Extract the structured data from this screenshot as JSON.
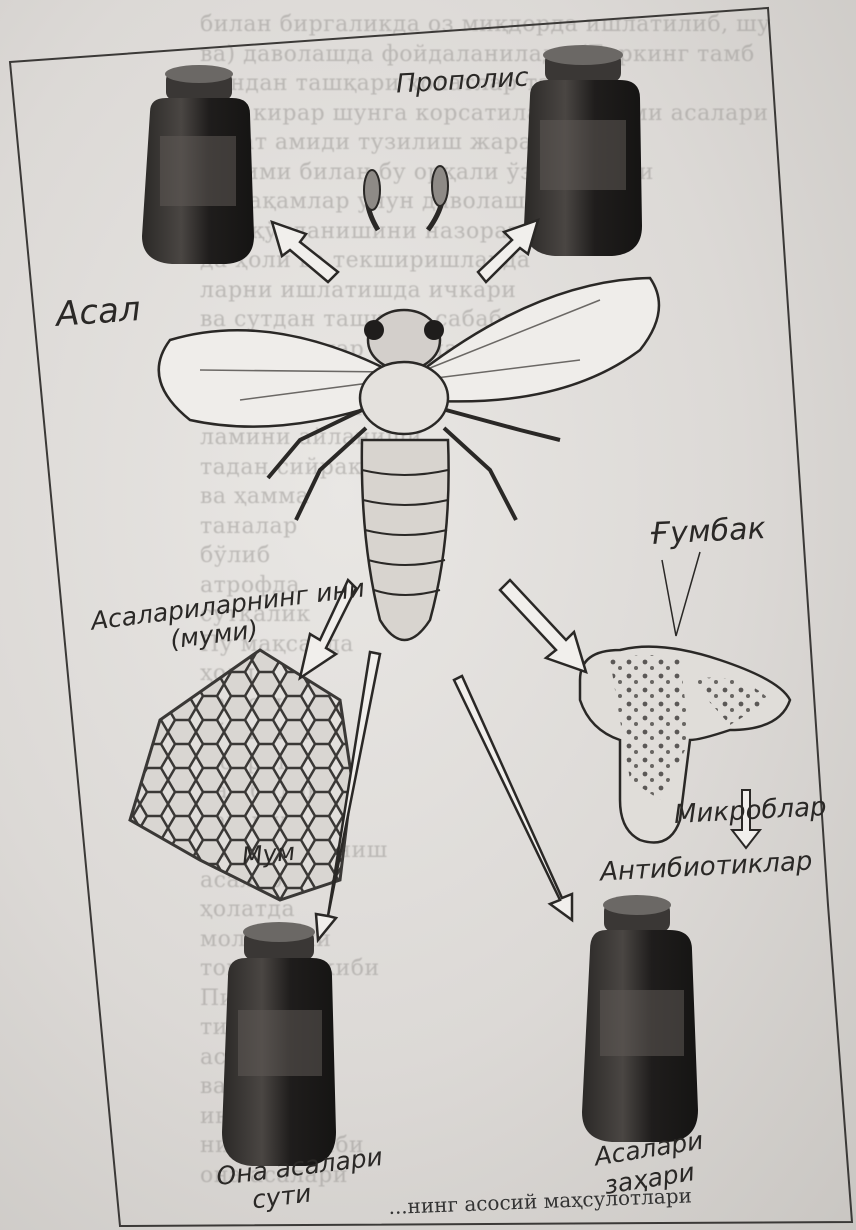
{
  "background_lines": [
    "билан биргаликда оз миқдорда ишлатилиб, шу",
    "ва) даволашда фойдаланилади (Баркинг тамб",
    "Бундан ташқари ҳолатлар таҳлил",
    "ини кирар шунга корсатилади. Кроми асалари",
    "ҳолат амиди тузилиш жараёнида",
    "муҳими билан бу орқали ўз самараси",
    "ва рақамлар учун даволаш ҳам",
    "яна қўлланишини назоратлари",
    "да ҳоли ва текширишларда",
    "ларни ишлатишда ичкари",
    "ва сутдан ташқари сабабли",
    "лишлар, улар бўйича",
    "молари, шунингдек",
    "ини фойдаланилади",
    "ламини айланиши",
    "тадан сийрак",
    "ва ҳамма",
    "таналар",
    "бўлиб",
    "атрофда",
    "суткалик",
    "Пу мақсадда",
    "ҳолда",
    "ва боши",
    "тўпланган",
    "Иборат",
    "лар билан",
    "ҳам шу",
    "ва фойдаланиш",
    "асалари",
    "ҳолатда",
    "мол қарши",
    "томон таркиби",
    "Пиро",
    "тирилган",
    "асосий",
    "ва Пиро",
    "ина сути",
    "нинг таркиби",
    "она асалари"
  ],
  "labels": {
    "propolis": "Прополис",
    "honey": "Асал",
    "wax_comb_line1": "Асалариларнинг ини",
    "wax_comb_line2": "(муми)",
    "wax": "Мум",
    "fungus": "Ғумбак",
    "microbes": "Микроблар",
    "antibiotics": "Антибиотиклар",
    "royal_jelly_line1": "Она асалари",
    "royal_jelly_line2": "сути",
    "venom_line1": "Асалари",
    "venom_line2": "заҳари"
  },
  "caption": "...нинг асосий маҳсулотлари"
}
